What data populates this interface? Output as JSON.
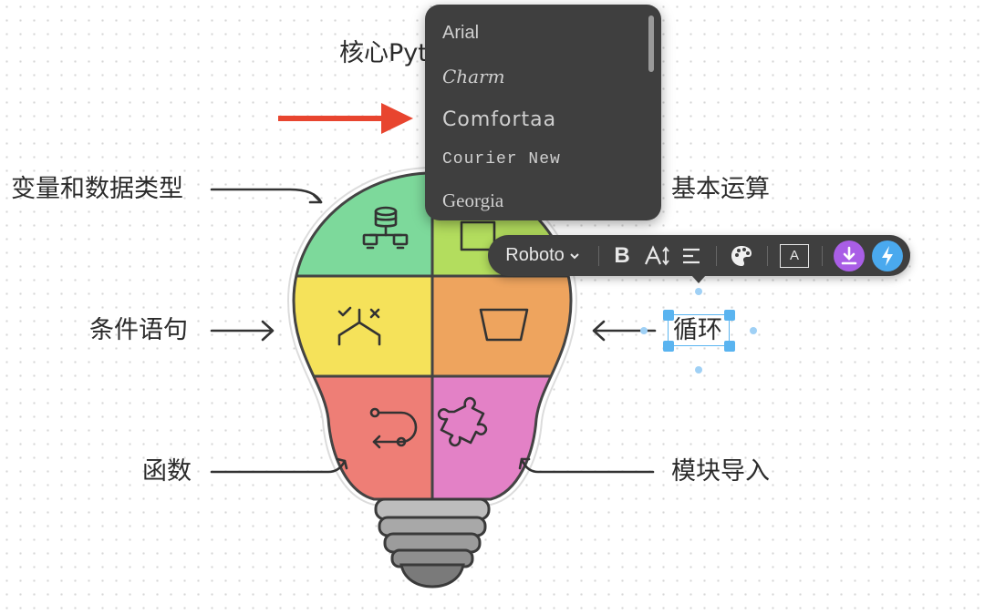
{
  "title_partial": "核心Pyt",
  "labels": {
    "variables": "变量和数据类型",
    "operations": "基本运算",
    "conditionals": "条件语句",
    "loops": "循环",
    "functions": "函数",
    "modules": "模块导入"
  },
  "font_menu": {
    "options": [
      "Arial",
      "Charm",
      "Comfortaa",
      "Courier New",
      "Georgia"
    ]
  },
  "toolbar": {
    "font_value": "Roboto",
    "bold_label": "B",
    "text_style_label": "A"
  },
  "colors": {
    "quad_green": "#7dd99b",
    "quad_lime": "#b3dd5e",
    "quad_yellow": "#f5e25a",
    "quad_orange": "#eea45e",
    "quad_red": "#ee7e76",
    "quad_pink": "#e381c6",
    "arrow_red": "#e8452f",
    "selection_blue": "#5ab4f0",
    "download_purple": "#a95ee6",
    "lightning_blue": "#4aa9ee",
    "menu_bg": "#3f3f3f"
  },
  "icons": {
    "variables": "database-network-icon",
    "operations": "square-stack-icon",
    "conditionals": "branch-decision-icon",
    "loops": "trapezoid-loop-icon",
    "functions": "flow-arrows-icon",
    "modules": "puzzle-icon"
  }
}
